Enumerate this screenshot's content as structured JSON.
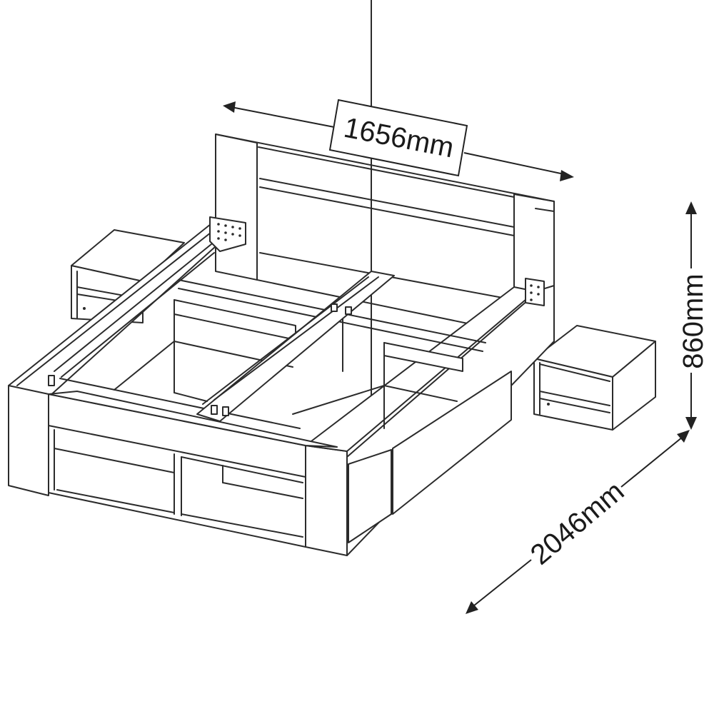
{
  "dimensions": {
    "width": {
      "label": "1656mm"
    },
    "height": {
      "label": "860mm"
    },
    "length": {
      "label": "2046mm"
    }
  },
  "colors": {
    "line": "#2b2b2b",
    "background": "#ffffff"
  }
}
